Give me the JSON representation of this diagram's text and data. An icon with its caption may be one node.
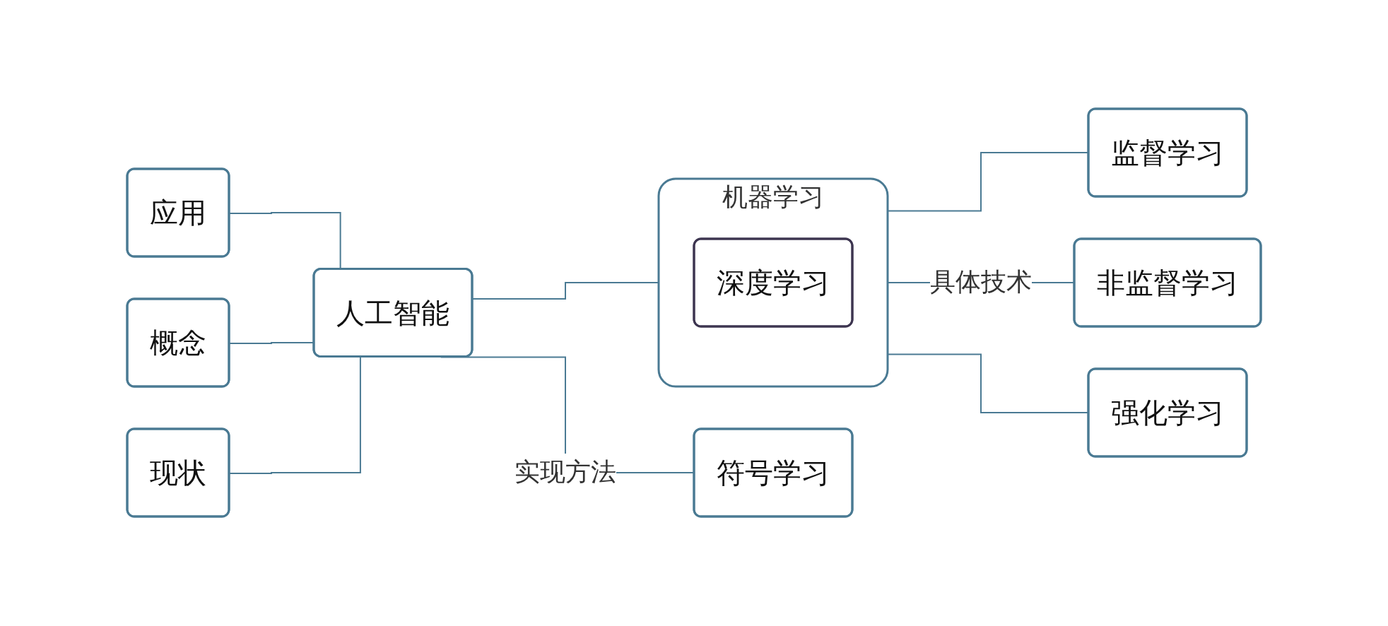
{
  "diagram": {
    "nodes": [
      {
        "text": [
          "应用"
        ]
      },
      {
        "text": [
          "概念"
        ]
      },
      {
        "text": [
          "现状"
        ]
      },
      {
        "text": [
          "人工智能"
        ]
      },
      {
        "text": [
          "符号学习"
        ]
      },
      {
        "text": [
          "机器学习"
        ]
      },
      {
        "text": [
          "深度学习"
        ],
        "in": 5
      },
      {
        "text": [
          "监督学习"
        ]
      },
      {
        "text": [
          "非监督学习"
        ]
      },
      {
        "text": [
          "强化学习"
        ]
      }
    ],
    "edges": [
      {
        "from": 0,
        "to": 3,
        "arrow": "none"
      },
      {
        "from": 1,
        "to": 3,
        "arrow": "none"
      },
      {
        "from": 2,
        "to": 3,
        "arrow": "none"
      },
      {
        "from": 3,
        "to": 4,
        "arrow": "none",
        "label": "实现方法"
      },
      {
        "from": 3,
        "to": 5,
        "arrow": "none"
      },
      {
        "from": 5,
        "to": 7,
        "arrow": "none"
      },
      {
        "from": 5,
        "to": 8,
        "arrow": "none",
        "label": "具体技术"
      },
      {
        "from": 5,
        "to": 9,
        "arrow": "none"
      }
    ]
  }
}
